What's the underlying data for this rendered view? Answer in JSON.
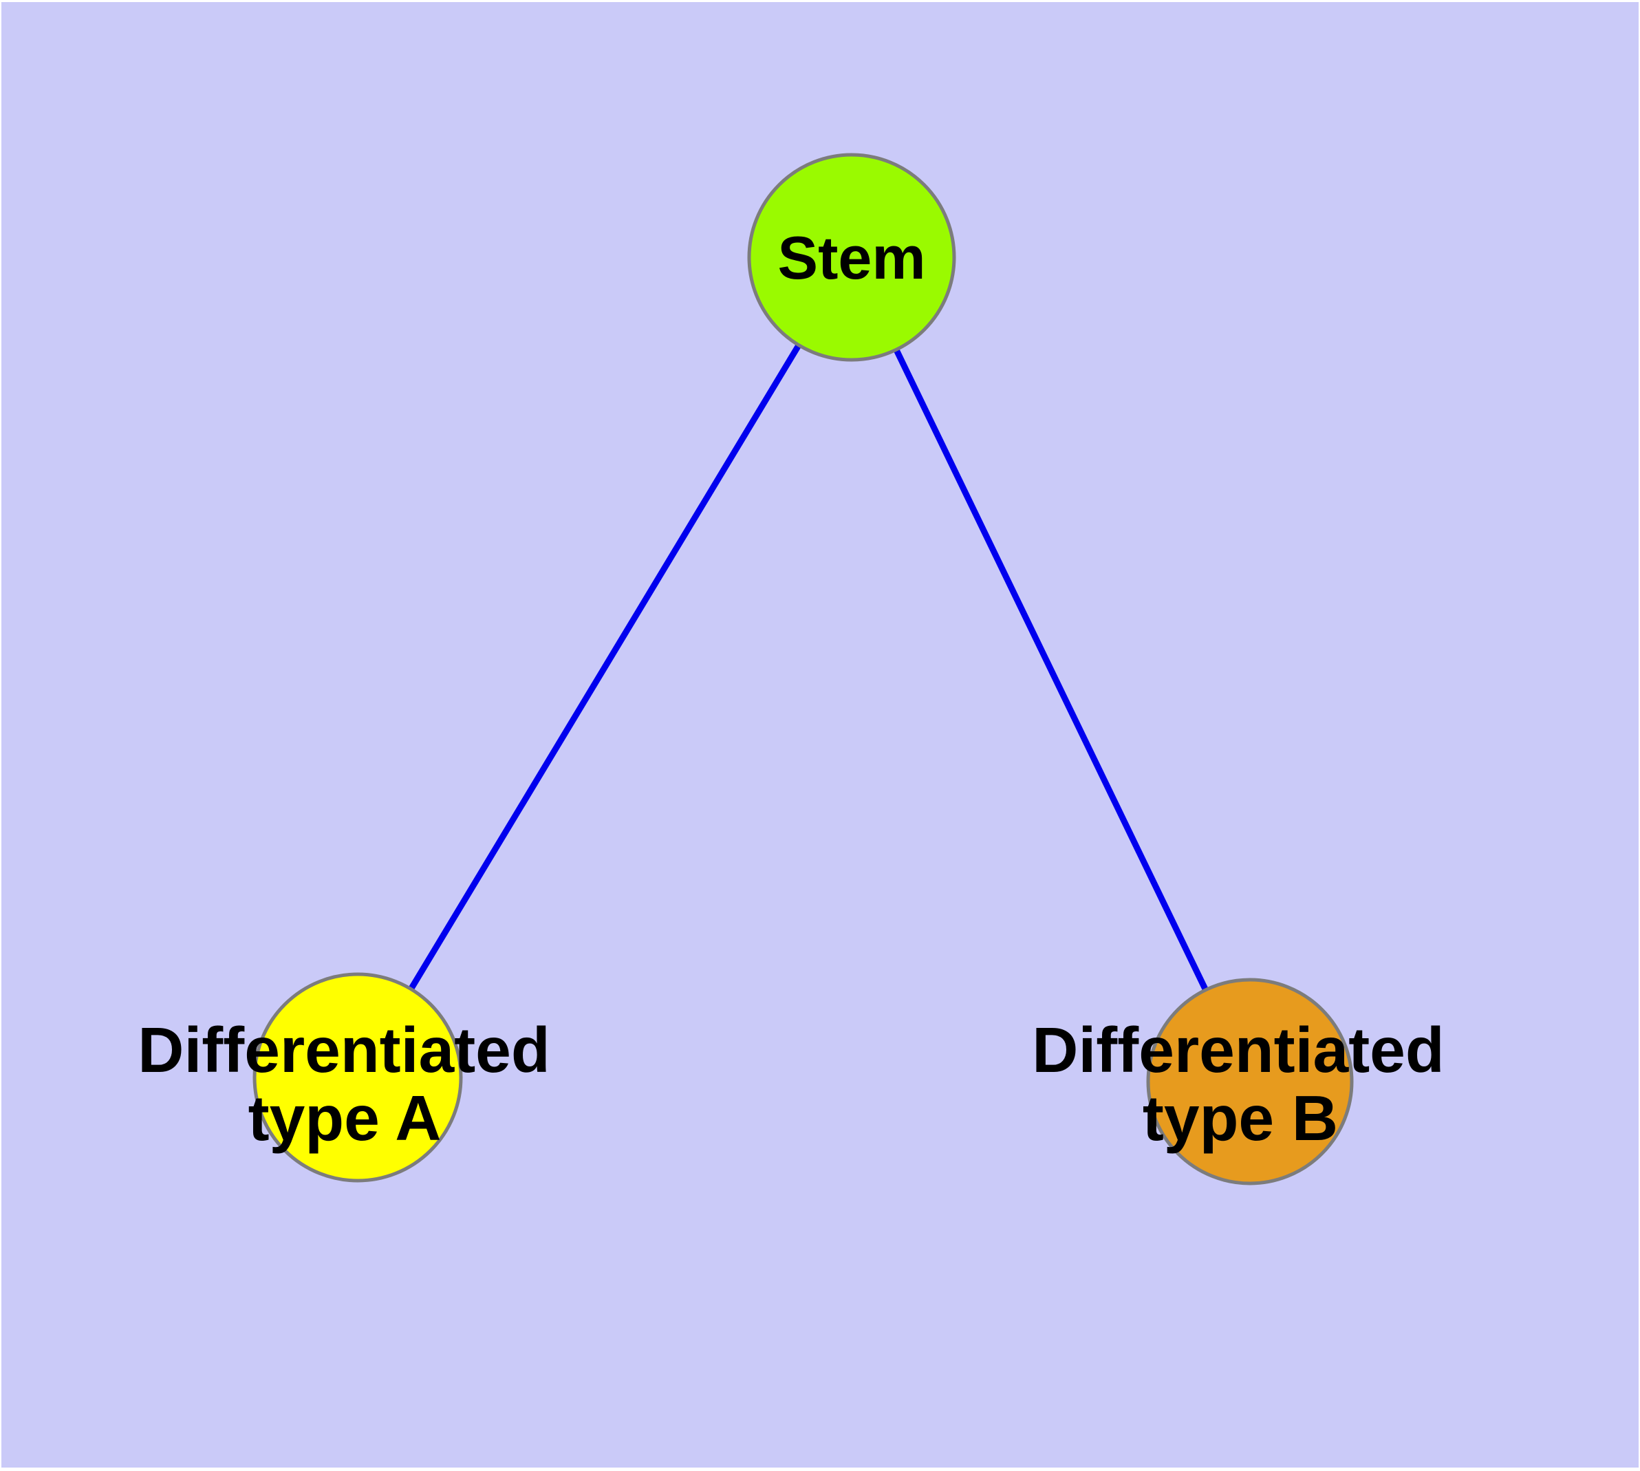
{
  "diagram": {
    "type": "graph",
    "background_color": "#CACAF8",
    "canvas_margin_color": "#FFFFFF",
    "edge_color": "#0000EE",
    "node_border_color": "#7C7C7C",
    "text_color": "#000000",
    "nodes": [
      {
        "id": "stem",
        "label": "Stem",
        "fill": "#9AFA00"
      },
      {
        "id": "type-a",
        "label_line1": "Differentiated",
        "label_line2": "type A",
        "fill": "#FFFF00"
      },
      {
        "id": "type-b",
        "label_line1": "Differentiated",
        "label_line2": "type B",
        "fill": "#E79B1E"
      }
    ],
    "edges": [
      {
        "from": "Stem",
        "to": "Differentiated type A"
      },
      {
        "from": "Stem",
        "to": "Differentiated type B"
      }
    ]
  }
}
